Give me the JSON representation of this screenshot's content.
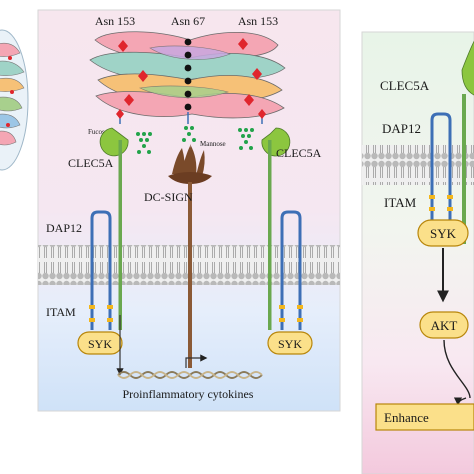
{
  "panels": {
    "middle": {
      "glycan_sites": [
        "Asn 153",
        "Asn 67",
        "Asn 153"
      ],
      "sugars": {
        "fucose": "Fucose",
        "mannose": "Mannose"
      },
      "receptors": {
        "left": "CLEC5A",
        "dc_sign": "DC-SIGN",
        "right": "CLEC5A"
      },
      "adaptor": "DAP12",
      "motif": "ITAM",
      "kinase": "SYK",
      "output": "Proinflammatory cytokines"
    },
    "right": {
      "receptor": "CLEC5A",
      "adaptor": "DAP12",
      "motif": "ITAM",
      "kinase": "SYK",
      "downstream": "AKT",
      "output": "Enhance"
    }
  },
  "colors": {
    "membrane_head": "#c8c8c8",
    "membrane_tail": "#9a9a9a",
    "receptor_stem": "#6aa84f",
    "receptor_head": "#8cc63f",
    "dap12": "#3d6fb6",
    "itam": "#f2b61c",
    "syk_fill": "#fbe08a",
    "syk_stroke": "#b8860b",
    "dc_sign": "#7a4a2a",
    "mannose": "#22a34a",
    "glycan_site": "#e0262d"
  }
}
